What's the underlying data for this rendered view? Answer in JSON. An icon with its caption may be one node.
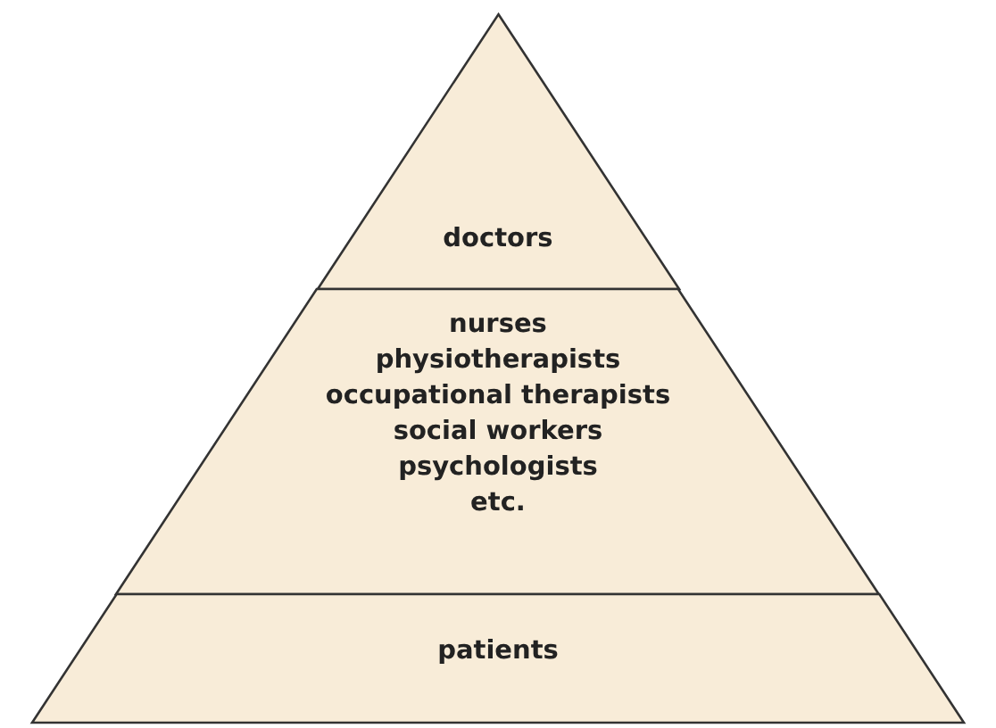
{
  "diagram": {
    "nodes": [
      {
        "text": [
          "doctors"
        ]
      },
      {
        "text": [
          "nurses",
          "physiotherapists",
          "occupational therapists",
          "social workers",
          "psychologists",
          "etc."
        ]
      },
      {
        "text": [
          "patients"
        ]
      }
    ]
  }
}
